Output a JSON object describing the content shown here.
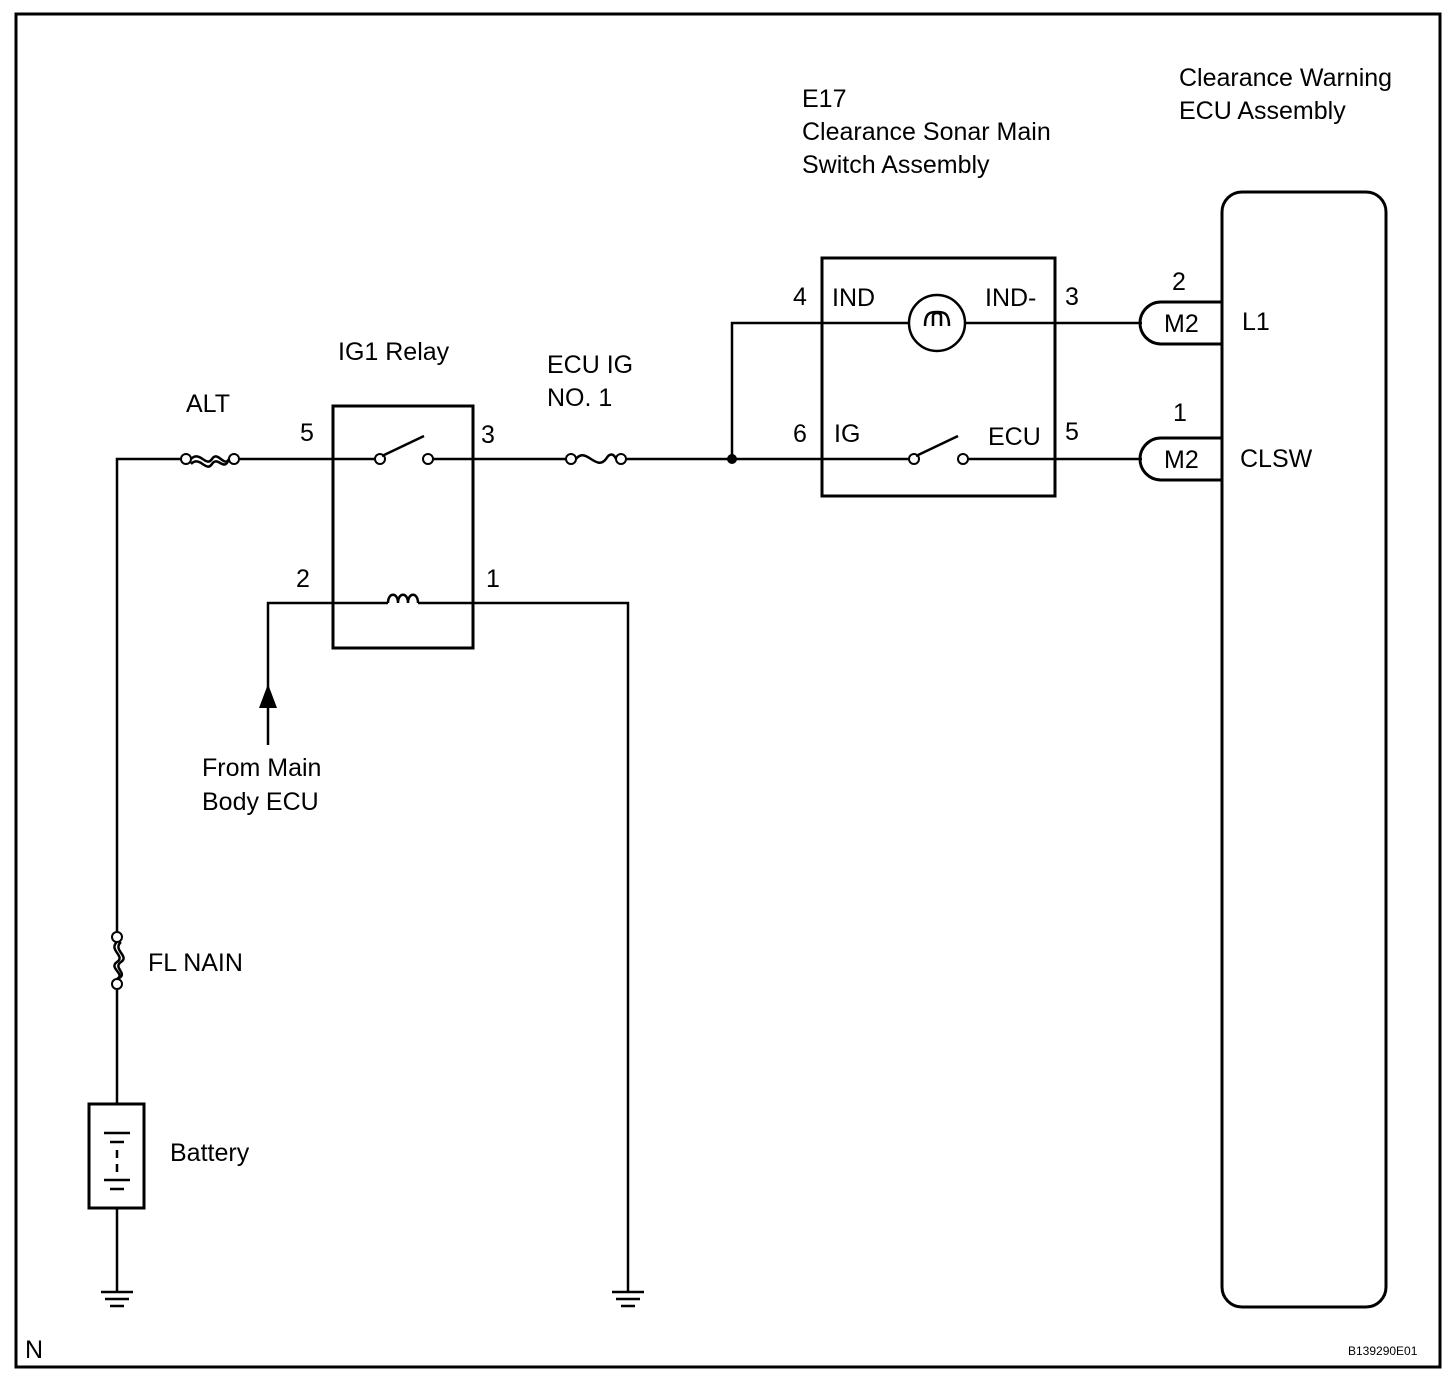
{
  "labels": {
    "alt": "ALT",
    "ig1_relay": "IG1 Relay",
    "ecu_ig_1": "ECU IG",
    "ecu_ig_2": "NO. 1",
    "e17_code": "E17",
    "e17_name_1": "Clearance Sonar Main",
    "e17_name_2": "Switch Assembly",
    "ecu_name_1": "Clearance Warning",
    "ecu_name_2": "ECU Assembly",
    "from_main_1": "From Main",
    "from_main_2": "Body ECU",
    "fl_main": "FL NAIN",
    "battery": "Battery",
    "corner_n": "N",
    "figure_code": "B139290E01"
  },
  "relay_pins": {
    "p5": "5",
    "p3": "3",
    "p2": "2",
    "p1": "1"
  },
  "switch": {
    "p4": "4",
    "p3": "3",
    "p6": "6",
    "p5": "5",
    "ind": "IND",
    "ind_minus": "IND-",
    "ig": "IG",
    "ecu": "ECU"
  },
  "ecu_pins": {
    "top_num": "2",
    "top_conn": "M2",
    "top_sig": "L1",
    "bot_num": "1",
    "bot_conn": "M2",
    "bot_sig": "CLSW"
  },
  "colors": {
    "line": "#000000",
    "background": "#ffffff"
  }
}
